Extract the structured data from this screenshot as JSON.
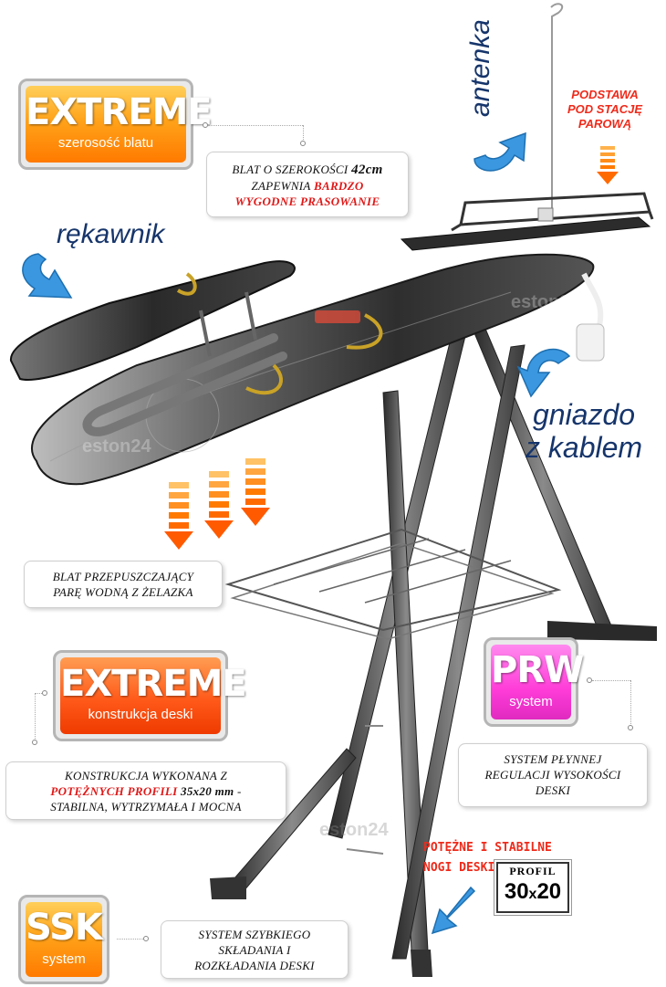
{
  "badges": {
    "extreme_top": {
      "title": "EXTREME",
      "subtitle": "szerosość blatu"
    },
    "extreme_mid": {
      "title": "EXTREME",
      "subtitle": "konstrukcja deski"
    },
    "prw": {
      "title": "PRW",
      "subtitle": "system"
    },
    "ssk": {
      "title": "SSK",
      "subtitle": "system"
    }
  },
  "callouts": {
    "width": {
      "line1_a": "BLAT O SZEROKOŚCI ",
      "line1_b": "42cm",
      "line2_a": "ZAPEWNIA ",
      "line2_b": "BARDZO",
      "line3": "WYGODNE PRASOWANIE"
    },
    "steam": {
      "line1": "BLAT PRZEPUSZCZAJĄCY",
      "line2": "PARĘ WODNĄ Z ŻELAZKA"
    },
    "construction": {
      "line1": "KONSTRUKCJA WYKONANA Z",
      "line2_a": "POTĘŻNYCH PROFILI",
      "line2_b": " 35x20 mm",
      "line2_c": " -",
      "line3": "STABILNA, WYTRZYMAŁA I MOCNA"
    },
    "prw": {
      "line1": "SYSTEM PŁYNNEJ",
      "line2": "REGULACJI WYSOKOŚCI",
      "line3": "DESKI"
    },
    "ssk": {
      "line1": "SYSTEM SZYBKIEGO",
      "line2": "SKŁADANIA I",
      "line3": "ROZKŁADANIA DESKI"
    }
  },
  "labels": {
    "antenka": "antenka",
    "rekawnik": "rękawnik",
    "gniazdo_1": "gniazdo",
    "gniazdo_2": "z kablem",
    "podstawa_1": "PODSTAWA",
    "podstawa_2": "POD STACJĘ",
    "podstawa_3": "PAROWĄ",
    "nogi_1": "POTĘŻNE I STABILNE",
    "nogi_2": "NOGI DESKI",
    "profil_title": "PROFIL",
    "profil_a": "30",
    "profil_x": "x",
    "profil_b": "20"
  },
  "watermarks": [
    "eston24",
    "eston24",
    "eston24"
  ],
  "colors": {
    "accent_red": "#e01a1a",
    "label_blue": "#16356b",
    "arrow_blue": "#2f8fd8",
    "arrow_orange": "#ff7a00"
  }
}
